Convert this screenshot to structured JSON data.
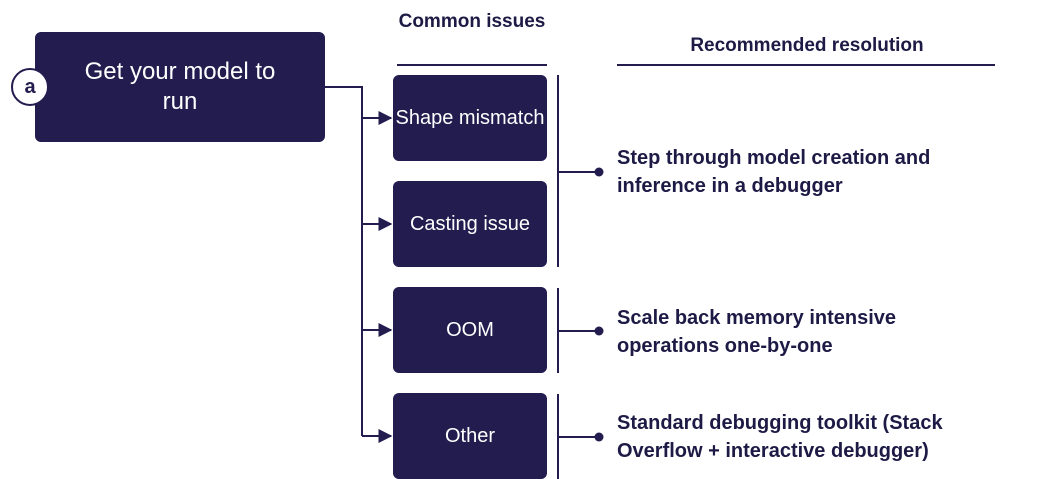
{
  "badge": "a",
  "main_box": "Get your model to run",
  "headers": {
    "issues": "Common issues",
    "resolution": "Recommended resolution"
  },
  "issues": [
    {
      "label": "Shape mismatch"
    },
    {
      "label": "Casting issue"
    },
    {
      "label": "OOM"
    },
    {
      "label": "Other"
    }
  ],
  "resolutions": [
    {
      "text": "Step through model creation and inference in a debugger"
    },
    {
      "text": "Scale back memory intensive operations one-by-one"
    },
    {
      "text": "Standard debugging toolkit (Stack Overflow + interactive debugger)"
    }
  ],
  "colors": {
    "box": "#221c4f",
    "text": "#1d1a45"
  }
}
